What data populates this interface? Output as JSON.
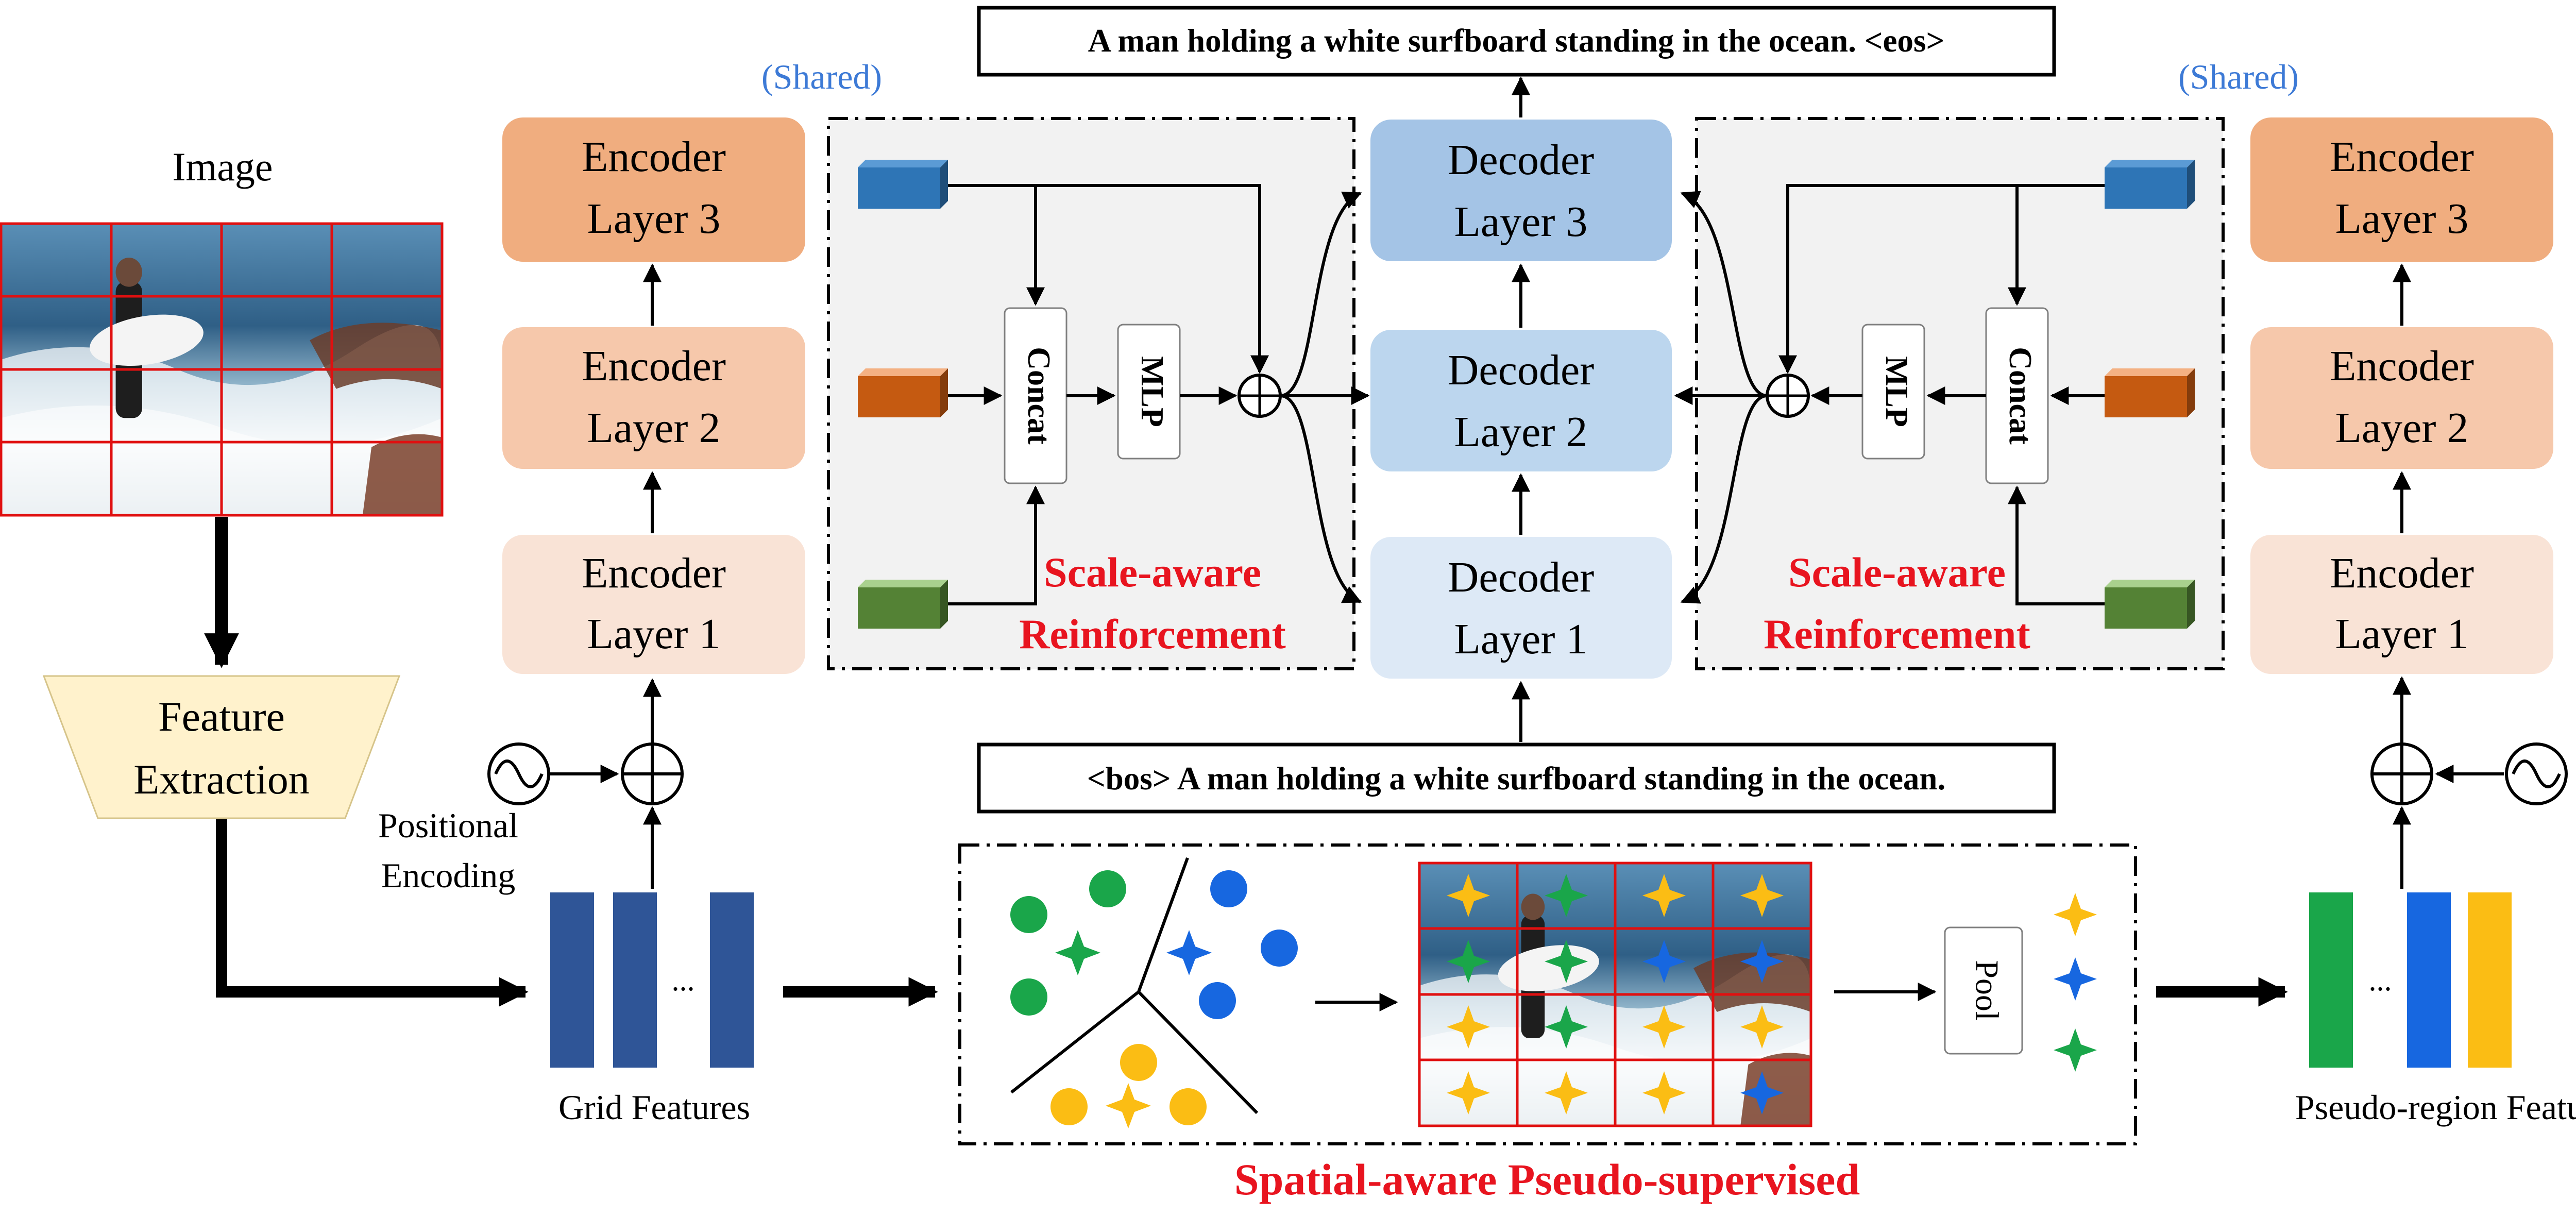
{
  "texts": {
    "image_label": "Image",
    "feature_extraction": [
      "Feature",
      "Extraction"
    ],
    "positional_encoding": [
      "Positional",
      "Encoding"
    ],
    "grid_features": "Grid Features",
    "pseudo_region_features": "Pseudo-region Features",
    "shared": "(Shared)",
    "encoder_layer_word": "Encoder",
    "decoder_layer_word": "Decoder",
    "layer_1": "Layer 1",
    "layer_2": "Layer 2",
    "layer_3": "Layer 3",
    "concat": "Concat",
    "mlp": "MLP",
    "scale_aware": [
      "Scale-aware",
      "Reinforcement"
    ],
    "output_sentence": "A man holding a white surfboard standing in the ocean. <eos>",
    "input_sentence": "<bos> A man holding a white surfboard standing in the ocean.",
    "pool": "Pool",
    "spatial_aware": "Spatial-aware Pseudo-supervised",
    "ellipsis": "..."
  },
  "colors": {
    "encoder_1": "#f9e3d6",
    "encoder_2": "#f6c8ab",
    "encoder_3": "#f0ad7f",
    "decoder_1": "#dde9f6",
    "decoder_2": "#bcd6ee",
    "decoder_3": "#a4c4e6",
    "grid_feature": "#2f5597",
    "red_title": "#e8141f",
    "shared_blue": "#3d7ad6",
    "green": "#1aa64a",
    "blue": "#1767e0",
    "yellow": "#fbbd14",
    "cube_blue": "#2e75b6",
    "cube_orange": "#c55a11",
    "cube_green": "#548235",
    "sra_bg": "#f2f2f2"
  }
}
